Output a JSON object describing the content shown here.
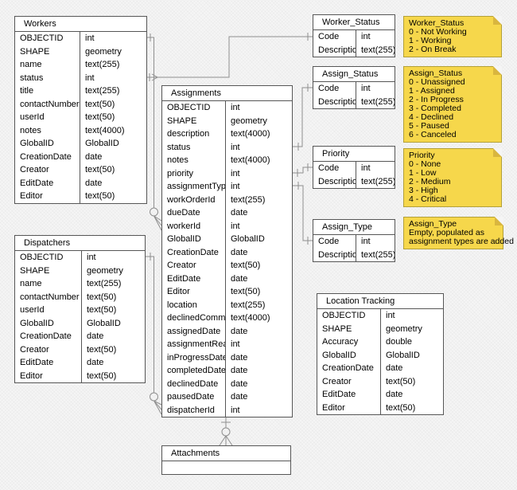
{
  "colors": {
    "background": "#f5f5f5",
    "table_fill": "#ffffff",
    "table_border": "#565656",
    "connector": "#8f8f8f",
    "note_fill": "#f6d74b",
    "note_fold": "#d9b63e",
    "note_border": "#b3a039",
    "text": "#000000"
  },
  "tables": {
    "workers": {
      "title": "Workers",
      "fields": [
        {
          "name": "OBJECTID",
          "type": "int"
        },
        {
          "name": "SHAPE",
          "type": "geometry"
        },
        {
          "name": "name",
          "type": "text(255)"
        },
        {
          "name": "status",
          "type": "int"
        },
        {
          "name": "title",
          "type": "text(255)"
        },
        {
          "name": "contactNumber",
          "type": "text(50)"
        },
        {
          "name": "userId",
          "type": "text(50)"
        },
        {
          "name": "notes",
          "type": "text(4000)"
        },
        {
          "name": "GlobalID",
          "type": "GlobalID"
        },
        {
          "name": "CreationDate",
          "type": "date"
        },
        {
          "name": "Creator",
          "type": "text(50)"
        },
        {
          "name": "EditDate",
          "type": "date"
        },
        {
          "name": "Editor",
          "type": "text(50)"
        }
      ]
    },
    "dispatchers": {
      "title": "Dispatchers",
      "fields": [
        {
          "name": "OBJECTID",
          "type": "int"
        },
        {
          "name": "SHAPE",
          "type": "geometry"
        },
        {
          "name": "name",
          "type": "text(255)"
        },
        {
          "name": "contactNumber",
          "type": "text(50)"
        },
        {
          "name": "userId",
          "type": "text(50)"
        },
        {
          "name": "GlobalID",
          "type": "GlobalID"
        },
        {
          "name": "CreationDate",
          "type": "date"
        },
        {
          "name": "Creator",
          "type": "text(50)"
        },
        {
          "name": "EditDate",
          "type": "date"
        },
        {
          "name": "Editor",
          "type": "text(50)"
        }
      ]
    },
    "assignments": {
      "title": "Assignments",
      "fields": [
        {
          "name": "OBJECTID",
          "type": "int"
        },
        {
          "name": "SHAPE",
          "type": "geometry"
        },
        {
          "name": "description",
          "type": "text(4000)"
        },
        {
          "name": "status",
          "type": "int"
        },
        {
          "name": "notes",
          "type": "text(4000)"
        },
        {
          "name": "priority",
          "type": "int"
        },
        {
          "name": "assignmentType",
          "type": "int"
        },
        {
          "name": "workOrderId",
          "type": "text(255)"
        },
        {
          "name": "dueDate",
          "type": "date"
        },
        {
          "name": "workerId",
          "type": "int"
        },
        {
          "name": "GlobalID",
          "type": "GlobalID"
        },
        {
          "name": "CreationDate",
          "type": "date"
        },
        {
          "name": "Creator",
          "type": "text(50)"
        },
        {
          "name": "EditDate",
          "type": "date"
        },
        {
          "name": "Editor",
          "type": "text(50)"
        },
        {
          "name": "location",
          "type": "text(255)"
        },
        {
          "name": "declinedComment",
          "type": "text(4000)"
        },
        {
          "name": "assignedDate",
          "type": "date"
        },
        {
          "name": "assignmentRead",
          "type": "int"
        },
        {
          "name": "inProgressDate",
          "type": "date"
        },
        {
          "name": "completedDate",
          "type": "date"
        },
        {
          "name": "declinedDate",
          "type": "date"
        },
        {
          "name": "pausedDate",
          "type": "date"
        },
        {
          "name": "dispatcherId",
          "type": "int"
        }
      ]
    },
    "worker_status": {
      "title": "Worker_Status",
      "fields": [
        {
          "name": "Code",
          "type": "int"
        },
        {
          "name": "Description",
          "type": "text(255)"
        }
      ]
    },
    "assign_status": {
      "title": "Assign_Status",
      "fields": [
        {
          "name": "Code",
          "type": "int"
        },
        {
          "name": "Description",
          "type": "text(255)"
        }
      ]
    },
    "priority": {
      "title": "Priority",
      "fields": [
        {
          "name": "Code",
          "type": "int"
        },
        {
          "name": "Description",
          "type": "text(255)"
        }
      ]
    },
    "assign_type": {
      "title": "Assign_Type",
      "fields": [
        {
          "name": "Code",
          "type": "int"
        },
        {
          "name": "Description",
          "type": "text(255)"
        }
      ]
    },
    "location_tracking": {
      "title": "Location Tracking",
      "fields": [
        {
          "name": "OBJECTID",
          "type": "int"
        },
        {
          "name": "SHAPE",
          "type": "geometry"
        },
        {
          "name": "Accuracy",
          "type": "double"
        },
        {
          "name": "GlobalID",
          "type": "GlobalID"
        },
        {
          "name": "CreationDate",
          "type": "date"
        },
        {
          "name": "Creator",
          "type": "text(50)"
        },
        {
          "name": "EditDate",
          "type": "date"
        },
        {
          "name": "Editor",
          "type": "text(50)"
        }
      ]
    },
    "attachments": {
      "title": "Attachments",
      "fields": []
    }
  },
  "notes": {
    "worker_status": {
      "lines": [
        "Worker_Status",
        "0 - Not Working",
        "1 - Working",
        "2 - On Break"
      ]
    },
    "assign_status": {
      "lines": [
        "Assign_Status",
        "0 - Unassigned",
        "1 - Assigned",
        "2 - In Progress",
        "3 - Completed",
        "4 - Declined",
        "5 - Paused",
        "6 - Canceled"
      ]
    },
    "priority": {
      "lines": [
        "Priority",
        "0 - None",
        "1 - Low",
        "2 - Medium",
        "3 - High",
        "4 - Critical"
      ]
    },
    "assign_type": {
      "lines": [
        "Assign_Type",
        "Empty, populated as",
        "assignment types are added"
      ]
    }
  },
  "connectors": [
    {
      "from": "Workers.OBJECTID",
      "to": "Assignments.workerId",
      "from_marker": "one-tick",
      "to_marker": "zero-or-many"
    },
    {
      "from": "Worker_Status.Code",
      "to": "Workers.status",
      "from_marker": "one-tick",
      "to_marker": "tick-arrow"
    },
    {
      "from": "Dispatchers.OBJECTID",
      "to": "Assignments.dispatcherId",
      "from_marker": "one-tick",
      "to_marker": "zero-or-many"
    },
    {
      "from": "Assign_Status.Code",
      "to": "Assignments.status",
      "from_marker": "one-tick",
      "to_marker": "one-tick"
    },
    {
      "from": "Priority.Code",
      "to": "Assignments.priority",
      "from_marker": "one-tick",
      "to_marker": "one-tick"
    },
    {
      "from": "Assign_Type.Code",
      "to": "Assignments.assignmentType",
      "from_marker": "one-tick",
      "to_marker": "one-tick"
    },
    {
      "from": "Assignments",
      "to": "Attachments",
      "from_marker": "one-tick",
      "to_marker": "zero-or-many"
    }
  ]
}
